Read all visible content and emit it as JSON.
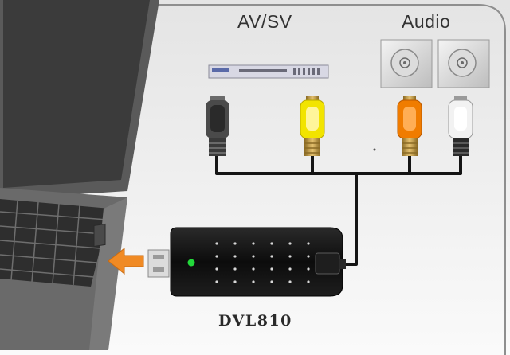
{
  "labels": {
    "video_inputs": "AV/SV",
    "audio_inputs": "Audio",
    "device_model": "DVL810"
  },
  "colors": {
    "background_top": "#e6e6e6",
    "background_bottom": "#f9f9f9",
    "laptop_body": "#545454",
    "laptop_screen": "#3c3c3c",
    "cable": "#151515",
    "plug_svideo": "#4a4a4a",
    "plug_video": "#f2e400",
    "plug_audio_right": "#f07c00",
    "plug_audio_left": "#f2f2f2",
    "connector_metal": "#c9a048",
    "status_led": "#22d83a",
    "arrow": "#f08a24"
  },
  "icons": {
    "arrow": "arrow-left-icon",
    "dvd_player": "dvd-player-icon",
    "speaker_left": "speaker-icon",
    "speaker_right": "speaker-icon"
  }
}
